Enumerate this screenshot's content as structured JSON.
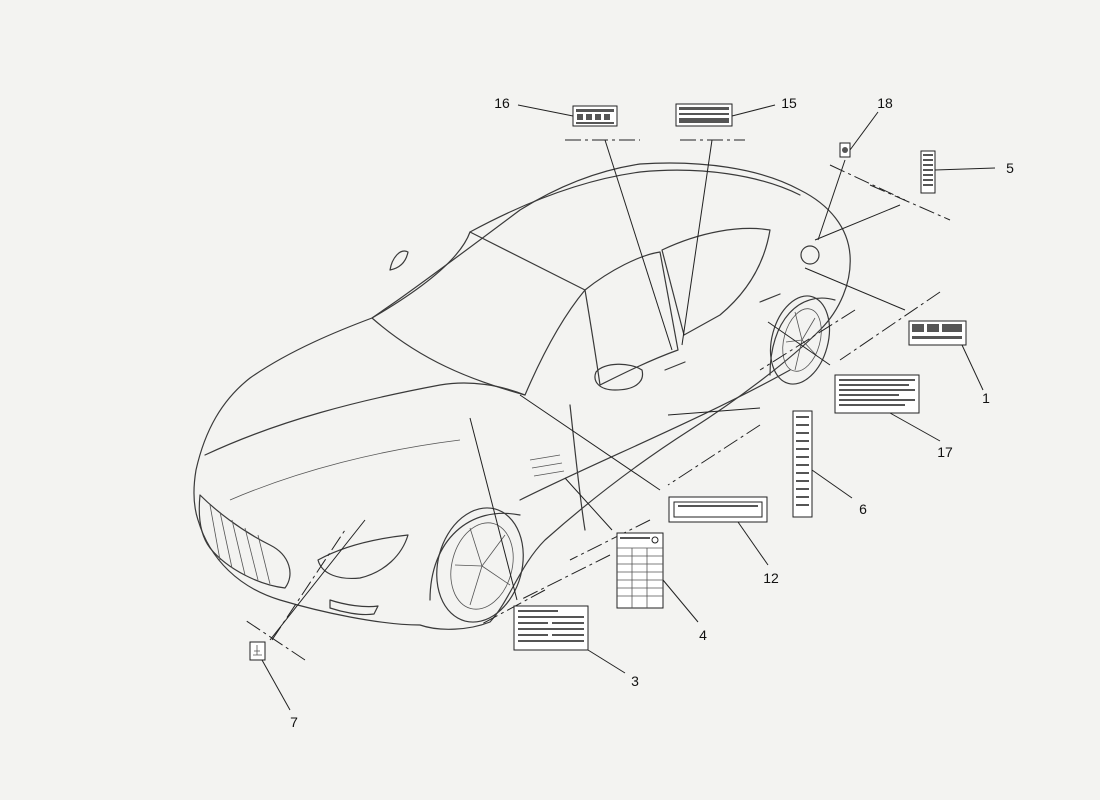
{
  "callouts": [
    {
      "id": "1",
      "text": "1"
    },
    {
      "id": "3",
      "text": "3"
    },
    {
      "id": "4",
      "text": "4"
    },
    {
      "id": "5",
      "text": "5"
    },
    {
      "id": "6",
      "text": "6"
    },
    {
      "id": "7",
      "text": "7"
    },
    {
      "id": "12",
      "text": "12"
    },
    {
      "id": "15",
      "text": "15"
    },
    {
      "id": "16",
      "text": "16"
    },
    {
      "id": "17",
      "text": "17"
    },
    {
      "id": "18",
      "text": "18"
    }
  ],
  "colors": {
    "line": "#222222",
    "background": "#f3f3f1",
    "label_fill": "#ffffff"
  }
}
